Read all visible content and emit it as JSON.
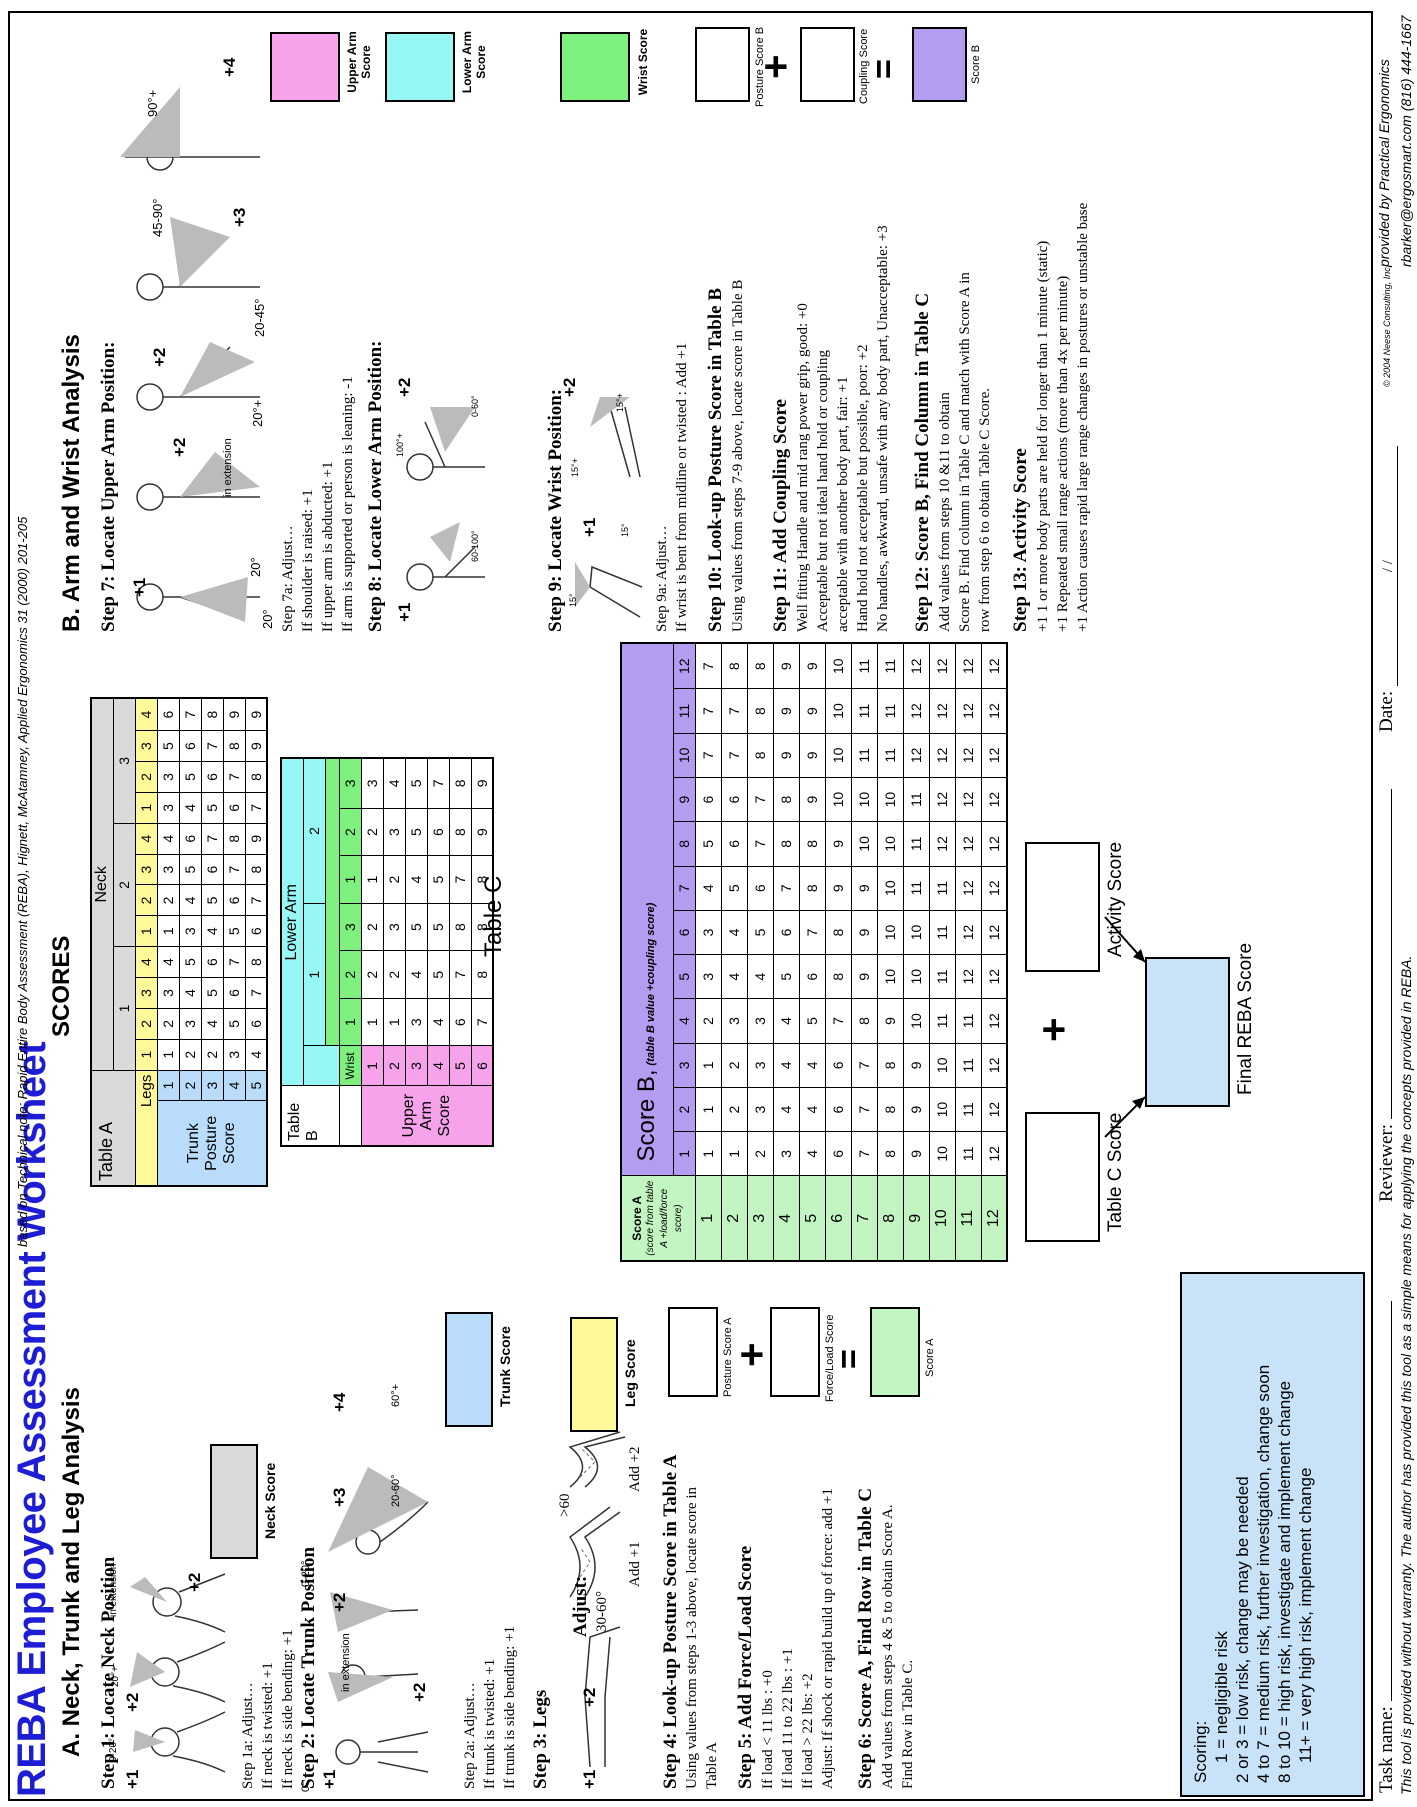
{
  "header": {
    "title": "REBA Employee Assessment Worksheet",
    "reference": "based on Technical note: Rapid Entire Body Assessment (REBA), Hignett, McAtamney, Applied Ergonomics 31 (2000) 201-205"
  },
  "sectionA": {
    "heading": "A. Neck, Trunk and Leg Analysis",
    "step1": "Step 1: Locate Neck Position",
    "step1_scores": [
      "+1",
      "+2",
      "+2"
    ],
    "step1_angles": [
      "0-20°",
      "20°+",
      "in extension"
    ],
    "step1a": [
      "Step 1a: Adjust…",
      "If neck is twisted: +1",
      "If neck is side bending: +1"
    ],
    "neck_score": "Neck Score",
    "step2": "Step 2: Locate Trunk Position",
    "step2_scores": [
      "+1",
      "+2",
      "+2",
      "+3",
      "+4"
    ],
    "step2_angles": [
      "0°",
      "0-20°",
      "in extension",
      "0-20°",
      "20-60°",
      "60°+"
    ],
    "step2a": [
      "Step 2a: Adjust…",
      "If trunk is twisted: +1",
      "If trunk is side bending: +1"
    ],
    "trunk_score": "Trunk Score",
    "step3": "Step 3: Legs",
    "step3_scores": [
      "+1",
      "+2"
    ],
    "step3_adjust": "Adjust:",
    "step3_angles": [
      "30-60°",
      ">60"
    ],
    "step3_adds": [
      "Add +1",
      "Add +2"
    ],
    "leg_score": "Leg Score",
    "step4": "Step 4: Look-up Posture Score in Table A",
    "step4_text": "Using values from steps 1-3 above, locate score in Table A",
    "posture_score_a": "Posture Score A",
    "step5": "Step 5: Add Force/Load Score",
    "step5_lines": [
      "If load < 11 lbs : +0",
      "If load 11 to 22 lbs : +1",
      "If load > 22 lbs: +2",
      "Adjust:  If shock or rapid build up of force:   add +1"
    ],
    "force_load_score": "Force/Load Score",
    "score_a": "Score A",
    "step6": "Step 6: Score A, Find Row in Table C",
    "step6_text": [
      "Add values from steps 4 & 5 to obtain Score A.",
      "Find Row in Table C."
    ]
  },
  "scoring": {
    "title": "Scoring:",
    "lines": [
      "1 = negligible risk",
      "2 or 3 = low risk, change may be needed",
      "4 to 7 = medium risk, further investigation, change soon",
      "8 to 10 = high risk, investigate and implement change",
      "11+ = very high risk, implement change"
    ]
  },
  "scores_heading": "SCORES",
  "tableA": {
    "title": "Table A",
    "neck_label": "Neck",
    "legs_label": "Legs",
    "trunk_label": "Trunk Posture Score",
    "neck_values": [
      "1",
      "2",
      "3"
    ],
    "legs_values": [
      "1",
      "2",
      "3",
      "4"
    ],
    "rows": [
      {
        "trunk": "1",
        "cells": [
          "1",
          "2",
          "3",
          "4",
          "1",
          "2",
          "3",
          "4",
          "3",
          "3",
          "5",
          "6"
        ]
      },
      {
        "trunk": "2",
        "cells": [
          "2",
          "3",
          "4",
          "5",
          "3",
          "4",
          "5",
          "6",
          "4",
          "5",
          "6",
          "7"
        ]
      },
      {
        "trunk": "3",
        "cells": [
          "2",
          "4",
          "5",
          "6",
          "4",
          "5",
          "6",
          "7",
          "5",
          "6",
          "7",
          "8"
        ]
      },
      {
        "trunk": "4",
        "cells": [
          "3",
          "5",
          "6",
          "7",
          "5",
          "6",
          "7",
          "8",
          "6",
          "7",
          "8",
          "9"
        ]
      },
      {
        "trunk": "5",
        "cells": [
          "4",
          "6",
          "7",
          "8",
          "6",
          "7",
          "8",
          "9",
          "7",
          "8",
          "9",
          "9"
        ]
      }
    ]
  },
  "tableB": {
    "title": "Table B",
    "lower_arm_label": "Lower Arm",
    "wrist_label": "Wrist",
    "upper_arm_label": "Upper Arm Score",
    "lower_arm_values": [
      "1",
      "2"
    ],
    "wrist_values": [
      "1",
      "2",
      "3"
    ],
    "rows": [
      {
        "upper": "1",
        "cells": [
          "1",
          "2",
          "2",
          "1",
          "2",
          "3"
        ]
      },
      {
        "upper": "2",
        "cells": [
          "1",
          "2",
          "3",
          "2",
          "3",
          "4"
        ]
      },
      {
        "upper": "3",
        "cells": [
          "3",
          "4",
          "5",
          "4",
          "5",
          "5"
        ]
      },
      {
        "upper": "4",
        "cells": [
          "4",
          "5",
          "5",
          "5",
          "6",
          "7"
        ]
      },
      {
        "upper": "5",
        "cells": [
          "6",
          "7",
          "8",
          "7",
          "8",
          "8"
        ]
      },
      {
        "upper": "6",
        "cells": [
          "7",
          "8",
          "8",
          "8",
          "9",
          "9"
        ]
      }
    ]
  },
  "tableC": {
    "title": "Table C",
    "score_b_label": "Score B,",
    "score_b_note": "(table B value +coupling score)",
    "score_a_label": "Score A",
    "score_a_note": "(score from table A +load/force score)",
    "cols": [
      "1",
      "2",
      "3",
      "4",
      "5",
      "6",
      "7",
      "8",
      "9",
      "10",
      "11",
      "12"
    ],
    "rows": [
      {
        "a": "1",
        "cells": [
          "1",
          "1",
          "1",
          "2",
          "3",
          "3",
          "4",
          "5",
          "6",
          "7",
          "7",
          "7"
        ]
      },
      {
        "a": "2",
        "cells": [
          "1",
          "2",
          "2",
          "3",
          "4",
          "4",
          "5",
          "6",
          "6",
          "7",
          "7",
          "8"
        ]
      },
      {
        "a": "3",
        "cells": [
          "2",
          "3",
          "3",
          "3",
          "4",
          "5",
          "6",
          "7",
          "7",
          "8",
          "8",
          "8"
        ]
      },
      {
        "a": "4",
        "cells": [
          "3",
          "4",
          "4",
          "4",
          "5",
          "6",
          "7",
          "8",
          "8",
          "9",
          "9",
          "9"
        ]
      },
      {
        "a": "5",
        "cells": [
          "4",
          "4",
          "4",
          "5",
          "6",
          "7",
          "8",
          "8",
          "9",
          "9",
          "9",
          "9"
        ]
      },
      {
        "a": "6",
        "cells": [
          "6",
          "6",
          "6",
          "7",
          "8",
          "8",
          "9",
          "9",
          "10",
          "10",
          "10",
          "10"
        ]
      },
      {
        "a": "7",
        "cells": [
          "7",
          "7",
          "7",
          "8",
          "9",
          "9",
          "9",
          "10",
          "10",
          "11",
          "11",
          "11"
        ]
      },
      {
        "a": "8",
        "cells": [
          "8",
          "8",
          "8",
          "9",
          "10",
          "10",
          "10",
          "10",
          "10",
          "11",
          "11",
          "11"
        ]
      },
      {
        "a": "9",
        "cells": [
          "9",
          "9",
          "9",
          "10",
          "10",
          "10",
          "11",
          "11",
          "11",
          "12",
          "12",
          "12"
        ]
      },
      {
        "a": "10",
        "cells": [
          "10",
          "10",
          "10",
          "11",
          "11",
          "11",
          "11",
          "12",
          "12",
          "12",
          "12",
          "12"
        ]
      },
      {
        "a": "11",
        "cells": [
          "11",
          "11",
          "11",
          "11",
          "12",
          "12",
          "12",
          "12",
          "12",
          "12",
          "12",
          "12"
        ]
      },
      {
        "a": "12",
        "cells": [
          "12",
          "12",
          "12",
          "12",
          "12",
          "12",
          "12",
          "12",
          "12",
          "12",
          "12",
          "12"
        ]
      }
    ]
  },
  "final": {
    "table_c_score": "Table C Score",
    "activity_score": "Activity Score",
    "final_reba": "Final REBA Score",
    "plus": "+"
  },
  "sectionB": {
    "heading": "B. Arm and Wrist Analysis",
    "step7": "Step 7: Locate Upper Arm Position:",
    "step7_scores": [
      "+1",
      "+2",
      "+2",
      "+3",
      "+4"
    ],
    "step7_angles": [
      "20°",
      "20°",
      "in extension",
      "20°+",
      "20-45°",
      "45-90°",
      "90°+"
    ],
    "step7a": [
      "Step 7a: Adjust…",
      "If shoulder is raised: +1",
      "If upper arm is abducted: +1",
      "If arm is supported or person is leaning: -1"
    ],
    "upper_arm_score": "Upper Arm Score",
    "step8": "Step 8: Locate Lower Arm Position:",
    "step8_scores": [
      "+1",
      "+2"
    ],
    "step8_angles": [
      "60-100°",
      "100°+",
      "0-60°"
    ],
    "lower_arm_score": "Lower Arm Score",
    "step9": "Step 9: Locate Wrist Position:",
    "step9_scores": [
      "+1",
      "+2"
    ],
    "step9_angles": [
      "15°",
      "15°",
      "15°+",
      "15°+"
    ],
    "step9a": [
      "Step 9a: Adjust…",
      "If wrist is bent from midline or twisted : Add +1"
    ],
    "wrist_score": "Wrist Score",
    "step10": "Step 10: Look-up Posture Score in Table B",
    "step10_text": "Using values from steps 7-9 above, locate score in Table B",
    "posture_score_b": "Posture Score B",
    "step11": "Step 11: Add Coupling Score",
    "step11_lines": [
      "Well fitting Handle and mid rang power grip, good: +0",
      "Acceptable but not ideal hand hold or coupling",
      "acceptable with another body part, fair: +1",
      "Hand hold not acceptable but possible, poor: +2",
      "No handles, awkward, unsafe with any body part, Unacceptable: +3"
    ],
    "coupling_score": "Coupling Score",
    "score_b": "Score B",
    "step12": "Step 12: Score B, Find Column in Table C",
    "step12_lines": [
      "Add values from steps 10 &11 to obtain",
      "Score B. Find column in Table C and match with Score A in",
      "row from step 6 to obtain Table C Score."
    ],
    "step13": "Step 13: Activity Score",
    "step13_lines": [
      "+1  1 or more body parts are held for longer than 1 minute (static)",
      "+1  Repeated small range actions (more than 4x per minute)",
      "+1  Action causes rapid large range changes in postures or unstable base"
    ]
  },
  "footer": {
    "task_name": "Task name:",
    "reviewer": "Reviewer:",
    "date": "Date:",
    "date_slashes": "/          /",
    "disclaimer": "This tool is provided without warranty. The author has provided this tool as a simple means for applying the concepts provided in REBA.",
    "provided_by": "provided by Practical Ergonomics",
    "contact": "rbarker@ergosmart.com  (816) 444-1667",
    "copyright": "© 2004 Neese Consulting, Inc."
  },
  "colors": {
    "title": "#1d1dd6",
    "legs": "#fdf99b",
    "trunk": "#b9dcfb",
    "neck": "#dadada",
    "lower_arm": "#97f7f4",
    "wrist": "#7ef07e",
    "upper_arm": "#f6a3ec",
    "score_b": "#b49cf0",
    "score_a": "#c3f5c3",
    "scoring_panel": "#c8e3f8"
  }
}
